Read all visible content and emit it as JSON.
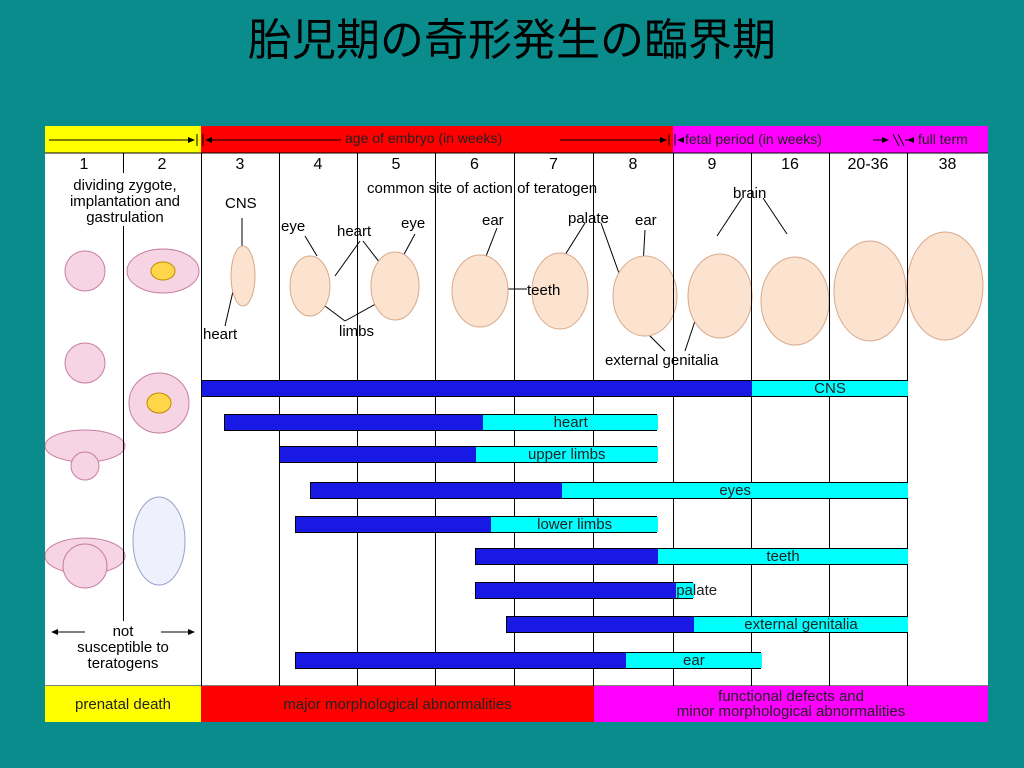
{
  "title": "胎児期の奇形発生の臨界期",
  "header": {
    "embryo_band_label": "age of embryo (in weeks)",
    "fetal_band_label": "fetal period (in weeks)",
    "full_term_label": "full term"
  },
  "weeks": [
    "1",
    "2",
    "3",
    "4",
    "5",
    "6",
    "7",
    "8",
    "9",
    "16",
    "20-36",
    "38"
  ],
  "notes": {
    "early_stage": "dividing zygote,\nimplantation and\ngastrulation",
    "common_site": "common site of action of teratogen",
    "not_susceptible": "not\nsusceptible to\nteratogens"
  },
  "organ_labels": {
    "cns": "CNS",
    "heart_w3": "heart",
    "eye_w4": "eye",
    "heart_w4": "heart",
    "eye_w5": "eye",
    "limbs": "limbs",
    "ear_w6": "ear",
    "teeth": "teeth",
    "palate": "palate",
    "ear_w8": "ear",
    "brain": "brain",
    "external_genitalia": "external genitalia"
  },
  "periods": [
    {
      "name": "CNS",
      "dark": [
        3,
        16
      ],
      "light": [
        16,
        38
      ]
    },
    {
      "name": "heart",
      "dark": [
        3.3,
        6.6
      ],
      "light": [
        6.6,
        8.8
      ]
    },
    {
      "name": "upper limbs",
      "dark": [
        4,
        6.5
      ],
      "light": [
        6.5,
        8.8
      ]
    },
    {
      "name": "eyes",
      "dark": [
        4.4,
        7.6
      ],
      "light": [
        7.6,
        38
      ]
    },
    {
      "name": "lower limbs",
      "dark": [
        4.2,
        6.7
      ],
      "light": [
        6.7,
        8.8
      ]
    },
    {
      "name": "teeth",
      "dark": [
        6.5,
        8.8
      ],
      "light": [
        8.8,
        38
      ]
    },
    {
      "name": "palate",
      "dark": [
        6.5,
        9.2
      ],
      "light": [
        9.2,
        10.8
      ]
    },
    {
      "name": "external genitalia",
      "dark": [
        6.9,
        10.8
      ],
      "light": [
        10.8,
        38
      ]
    },
    {
      "name": "ear",
      "dark": [
        4.2,
        8.4
      ],
      "light": [
        8.4,
        16.5
      ]
    }
  ],
  "outcomes": {
    "prenatal_death": "prenatal death",
    "major": "major morphological abnormalities",
    "functional": "functional defects and\nminor morphological abnormalities"
  },
  "colors": {
    "background": "#0b8c8c",
    "yellow": "#ffff00",
    "red": "#ff0000",
    "magenta": "#ff00ff",
    "dark_bar": "#1919e6",
    "light_bar": "#00ffff"
  }
}
